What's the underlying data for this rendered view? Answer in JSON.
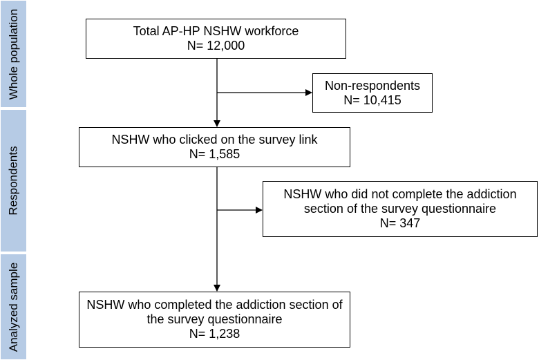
{
  "sidebar": {
    "whole_population": "Whole population",
    "respondents": "Respondents",
    "analyzed_sample": "Analyzed sample"
  },
  "boxes": {
    "total": {
      "line1": "Total AP-HP NSHW workforce",
      "line2": "N= 12,000"
    },
    "nonrespondents": {
      "line1": "Non-respondents",
      "line2": "N= 10,415"
    },
    "clicked": {
      "line1": "NSHW who clicked on the survey link",
      "line2": "N= 1,585"
    },
    "incomplete": {
      "line1": "NSHW who did not complete the addiction",
      "line2": "section of the survey questionnaire",
      "line3": "N= 347"
    },
    "completed": {
      "line1": "NSHW who completed the addiction section of",
      "line2": "the survey questionnaire",
      "line3": "N= 1,238"
    }
  }
}
